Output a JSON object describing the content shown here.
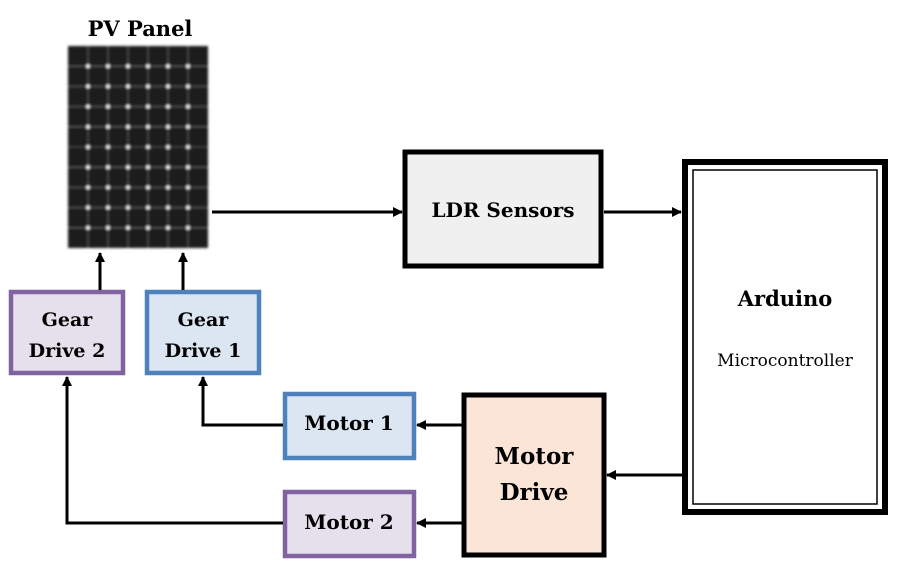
{
  "diagram": {
    "pv_panel": {
      "label": "PV Panel"
    },
    "ldr": {
      "label": "LDR Sensors"
    },
    "arduino": {
      "title": "Arduino",
      "subtitle": "Microcontroller"
    },
    "motor_drive": {
      "line1": "Motor",
      "line2": "Drive"
    },
    "motor1": {
      "label": "Motor 1"
    },
    "motor2": {
      "label": "Motor 2"
    },
    "gear1": {
      "line1": "Gear",
      "line2": "Drive 1"
    },
    "gear2": {
      "line1": "Gear",
      "line2": "Drive 2"
    }
  },
  "colors": {
    "ldr_fill": "#f0f0f0",
    "motor_drive_fill": "#fbe5d6",
    "blue_border": "#4f81bd",
    "blue_fill": "#dce6f2",
    "purple_border": "#8064a2",
    "purple_fill": "#e6e0ec",
    "panel_dark": "#1c1c1c",
    "panel_grid": "#d8d8d8"
  }
}
